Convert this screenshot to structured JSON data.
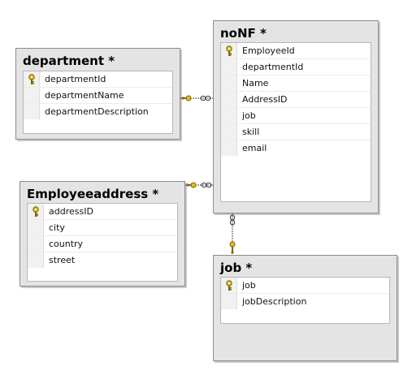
{
  "tables": {
    "department": {
      "title": "department *",
      "columns": [
        {
          "name": "departmentId",
          "primary_key": true
        },
        {
          "name": "departmentName",
          "primary_key": false
        },
        {
          "name": "departmentDescription",
          "primary_key": false
        }
      ]
    },
    "nonf": {
      "title": "noNF *",
      "columns": [
        {
          "name": "EmployeeId",
          "primary_key": true
        },
        {
          "name": "departmentId",
          "primary_key": false
        },
        {
          "name": "Name",
          "primary_key": false
        },
        {
          "name": "AddressID",
          "primary_key": false
        },
        {
          "name": "job",
          "primary_key": false
        },
        {
          "name": "skill",
          "primary_key": false
        },
        {
          "name": "email",
          "primary_key": false
        }
      ]
    },
    "employeeaddress": {
      "title": "Employeeaddress *",
      "columns": [
        {
          "name": "addressID",
          "primary_key": true
        },
        {
          "name": "city",
          "primary_key": false
        },
        {
          "name": "country",
          "primary_key": false
        },
        {
          "name": "street",
          "primary_key": false
        }
      ]
    },
    "job": {
      "title": "job *",
      "columns": [
        {
          "name": "job",
          "primary_key": true
        },
        {
          "name": "jobDescription",
          "primary_key": false
        }
      ]
    }
  },
  "relationships": [
    {
      "from": "department",
      "to": "noNF",
      "one_end": "key-icon",
      "many_end": "infinity-icon"
    },
    {
      "from": "Employeeaddress",
      "to": "noNF",
      "one_end": "key-icon",
      "many_end": "infinity-icon"
    },
    {
      "from": "job",
      "to": "noNF",
      "one_end": "key-icon",
      "many_end": "infinity-icon"
    }
  ],
  "colors": {
    "table_background": "#e4e4e4",
    "table_border": "#8c8c8c",
    "grid_background": "#ffffff",
    "key_icon": "#e0c020",
    "connector": "#444444"
  }
}
